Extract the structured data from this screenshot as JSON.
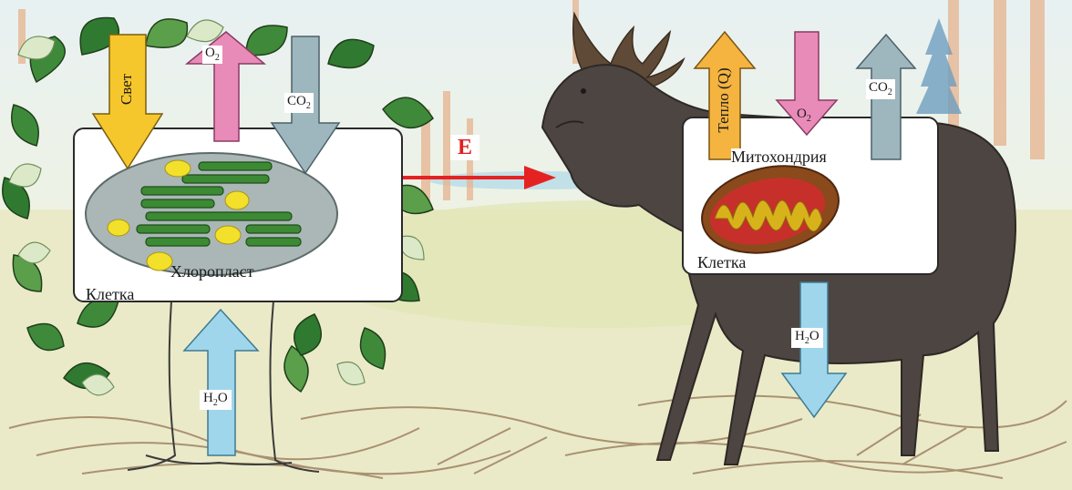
{
  "plant": {
    "light": "Свет",
    "o2": "O",
    "o2_sub": "2",
    "co2": "CO",
    "co2_sub": "2",
    "h2o_pre": "H",
    "h2o_sub": "2",
    "h2o_post": "O",
    "organelle": "Хлоропласт",
    "cell": "Клетка"
  },
  "energy": "E",
  "animal": {
    "heat": "Тепло (Q)",
    "o2": "O",
    "o2_sub": "2",
    "co2": "CO",
    "co2_sub": "2",
    "h2o_pre": "H",
    "h2o_sub": "2",
    "h2o_post": "O",
    "organelle": "Митохондрия",
    "cell": "Клетка"
  },
  "colors": {
    "light_arrow": "#f6c72c",
    "o2_arrow": "#e98bb8",
    "co2_arrow": "#9eb6be",
    "h2o_arrow": "#9fd6ec",
    "heat_arrow": "#f4b43f",
    "energy_arrow": "#e52222",
    "leaf": "#3f8a3a",
    "chloroplast": "#aab7b6",
    "thylakoid": "#3c8a34",
    "starch": "#f2e02a",
    "mito_outer": "#8a4a1c",
    "mito_inner": "#d8b21a"
  }
}
